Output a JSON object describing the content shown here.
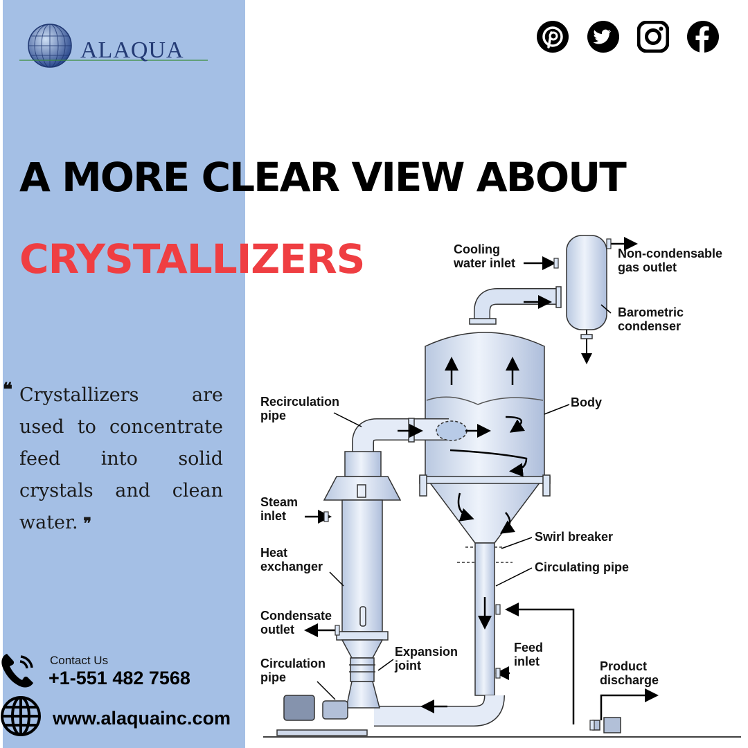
{
  "brand": {
    "name": "ALAQUA"
  },
  "social": [
    {
      "name": "pinterest-icon"
    },
    {
      "name": "twitter-icon"
    },
    {
      "name": "instagram-icon"
    },
    {
      "name": "facebook-icon"
    }
  ],
  "headline": {
    "line1": "A MORE CLEAR VIEW ABOUT",
    "line2": "CRYSTALLIZERS"
  },
  "quote": {
    "text": "Crystallizers are used to concentrate feed into solid crystals and clean water."
  },
  "contact": {
    "label": "Contact Us",
    "phone": "+1-551 482 7568",
    "website": "www.alaquainc.com"
  },
  "diagram": {
    "labels": {
      "cooling_1": "Cooling",
      "cooling_2": "water inlet",
      "noncond_1": "Non-condensable",
      "noncond_2": "gas outlet",
      "baro_1": "Barometric",
      "baro_2": "condenser",
      "recirc_1": "Recirculation",
      "recirc_2": "pipe",
      "body": "Body",
      "steam_1": "Steam",
      "steam_2": "inlet",
      "swirl": "Swirl breaker",
      "heat_1": "Heat",
      "heat_2": "exchanger",
      "circ_pipe": "Circulating pipe",
      "cond_1": "Condensate",
      "cond_2": "outlet",
      "exp_1": "Expansion",
      "exp_2": "joint",
      "feed_1": "Feed",
      "feed_2": "inlet",
      "circulation_1": "Circulation",
      "circulation_2": "pipe",
      "product_1": "Product",
      "product_2": "discharge"
    }
  },
  "colors": {
    "panel": "#a4bfe5",
    "accent": "#ef3e42",
    "brand": "#243b75",
    "equipment": "#dbe5f4"
  }
}
